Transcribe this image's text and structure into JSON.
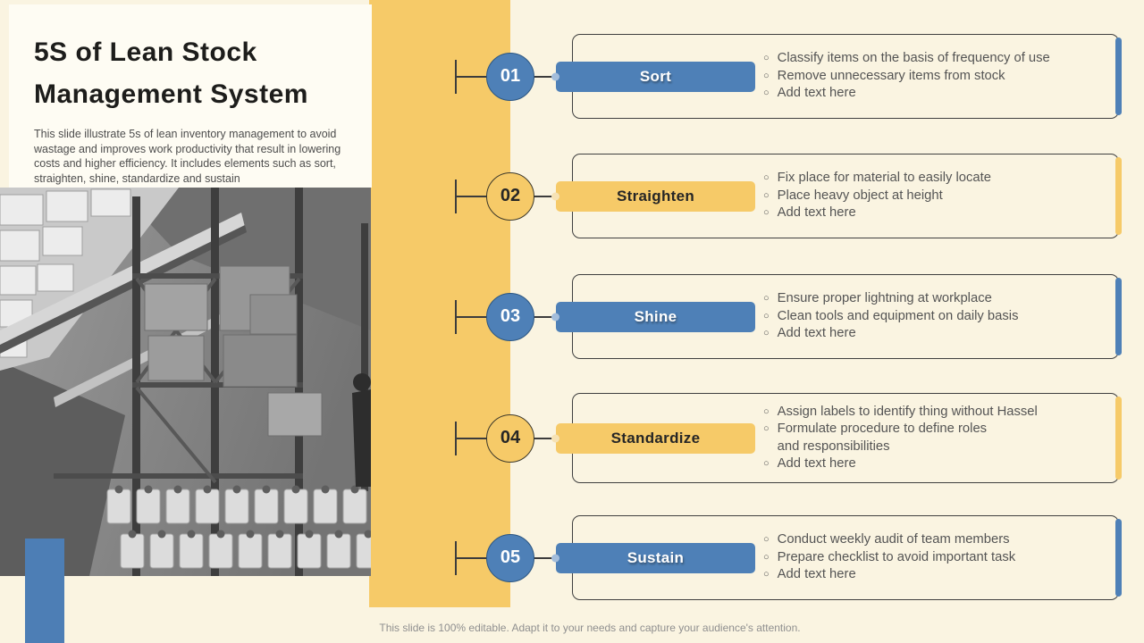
{
  "slide": {
    "title_line1": "5S of Lean Stock",
    "title_line2": "Management System",
    "description": "This slide illustrate 5s of lean inventory management to avoid wastage and improves work productivity that result in lowering costs and higher efficiency. It includes elements such as sort, straighten, shine, standardize and sustain",
    "footer": "This slide is 100% editable. Adapt it to your needs and capture your audience's attention."
  },
  "colors": {
    "background": "#faf4e1",
    "yellow_accent": "#f6ca68",
    "blue_accent": "#4e80b7",
    "box_border": "#3f3f3f",
    "body_text": "#545454",
    "footer_text": "#8f8f8f"
  },
  "image": {
    "name": "warehouse-racks-photo"
  },
  "steps": [
    {
      "number": "01",
      "label": "Sort",
      "color": "blue",
      "bullets": [
        "Classify items on the basis of frequency of use",
        "Remove unnecessary items from stock",
        "Add text here"
      ]
    },
    {
      "number": "02",
      "label": "Straighten",
      "color": "yellow",
      "bullets": [
        "Fix place for material to easily locate",
        "Place heavy object at height",
        "Add text here"
      ]
    },
    {
      "number": "03",
      "label": "Shine",
      "color": "blue",
      "bullets": [
        "Ensure proper lightning at workplace",
        "Clean tools and equipment on daily basis",
        "Add text here"
      ]
    },
    {
      "number": "04",
      "label": "Standardize",
      "color": "yellow",
      "bullets": [
        "Assign labels to identify thing without Hassel",
        "Formulate procedure to define roles\nand responsibilities",
        "Add text here"
      ]
    },
    {
      "number": "05",
      "label": "Sustain",
      "color": "blue",
      "bullets": [
        "Conduct weekly audit of team members",
        "Prepare checklist to avoid important task",
        "Add text here"
      ]
    }
  ]
}
